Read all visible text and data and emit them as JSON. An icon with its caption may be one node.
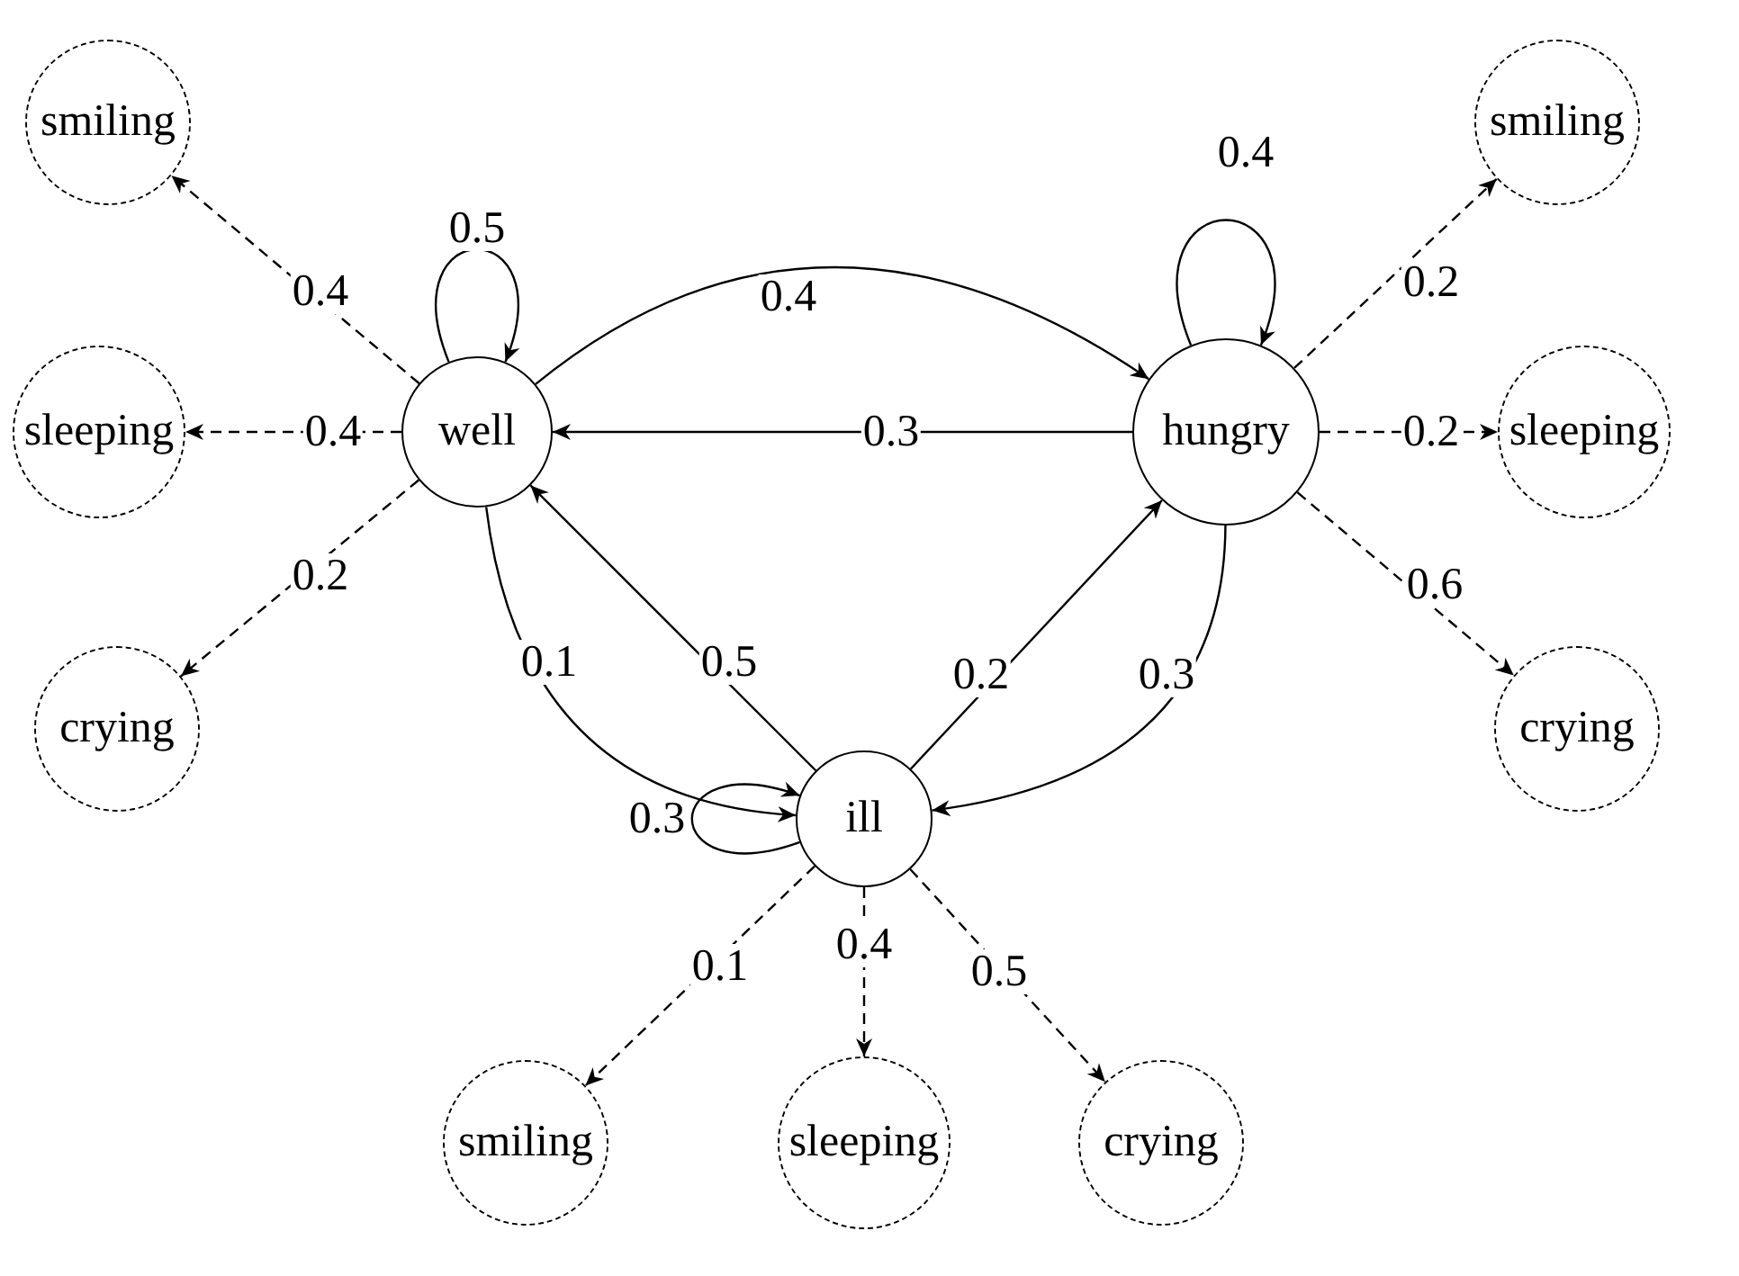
{
  "diagram": {
    "nodes": [
      {
        "text": [
          "well"
        ]
      },
      {
        "text": [
          "hungry"
        ]
      },
      {
        "text": [
          "ill"
        ]
      },
      {
        "text": [
          "smiling"
        ]
      },
      {
        "text": [
          "sleeping"
        ]
      },
      {
        "text": [
          "crying"
        ]
      },
      {
        "text": [
          "smiling"
        ]
      },
      {
        "text": [
          "sleeping"
        ]
      },
      {
        "text": [
          "crying"
        ]
      },
      {
        "text": [
          "smiling"
        ]
      },
      {
        "text": [
          "sleeping"
        ]
      },
      {
        "text": [
          "crying"
        ]
      }
    ],
    "edges": [
      {
        "from": 0,
        "to": 0,
        "arrow": "to",
        "label": "0.5"
      },
      {
        "from": 0,
        "to": 1,
        "arrow": "to",
        "label": "0.4"
      },
      {
        "from": 1,
        "to": 0,
        "arrow": "to",
        "label": "0.3"
      },
      {
        "from": 0,
        "to": 2,
        "arrow": "to",
        "label": "0.1"
      },
      {
        "from": 2,
        "to": 0,
        "arrow": "to",
        "label": "0.5"
      },
      {
        "from": 2,
        "to": 1,
        "arrow": "to",
        "label": "0.2"
      },
      {
        "from": 1,
        "to": 2,
        "arrow": "to",
        "label": "0.3"
      },
      {
        "from": 1,
        "to": 1,
        "arrow": "to",
        "label": "0.4"
      },
      {
        "from": 2,
        "to": 2,
        "arrow": "to",
        "label": "0.3"
      },
      {
        "from": 0,
        "to": 3,
        "arrow": "to",
        "label": "0.4",
        "style": "dashed"
      },
      {
        "from": 0,
        "to": 4,
        "arrow": "to",
        "label": "0.4",
        "style": "dashed"
      },
      {
        "from": 0,
        "to": 5,
        "arrow": "to",
        "label": "0.2",
        "style": "dashed"
      },
      {
        "from": 1,
        "to": 6,
        "arrow": "to",
        "label": "0.2",
        "style": "dashed"
      },
      {
        "from": 1,
        "to": 7,
        "arrow": "to",
        "label": "0.2",
        "style": "dashed"
      },
      {
        "from": 1,
        "to": 8,
        "arrow": "to",
        "label": "0.6",
        "style": "dashed"
      },
      {
        "from": 2,
        "to": 9,
        "arrow": "to",
        "label": "0.1",
        "style": "dashed"
      },
      {
        "from": 2,
        "to": 10,
        "arrow": "to",
        "label": "0.4",
        "style": "dashed"
      },
      {
        "from": 2,
        "to": 11,
        "arrow": "to",
        "label": "0.5",
        "style": "dashed"
      }
    ]
  }
}
